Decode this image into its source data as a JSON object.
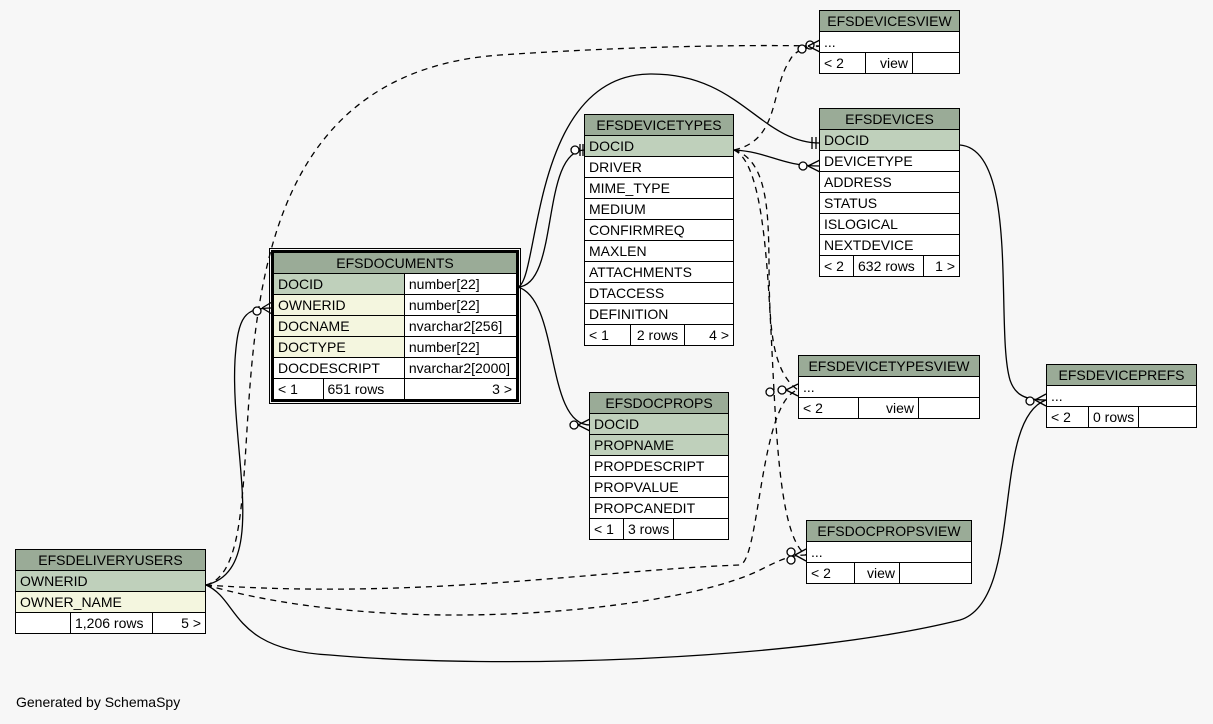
{
  "diagram": {
    "footer": "Generated by SchemaSpy",
    "tables": {
      "efsdevicesview": {
        "name": "EFSDEVICESVIEW",
        "rows": [
          "..."
        ],
        "footer": {
          "prev": "< 2",
          "rows": "view",
          "next": ""
        }
      },
      "efsdevices": {
        "name": "EFSDEVICES",
        "rows": [
          "DOCID",
          "DEVICETYPE",
          "ADDRESS",
          "STATUS",
          "ISLOGICAL",
          "NEXTDEVICE"
        ],
        "footer": {
          "prev": "< 2",
          "rows": "632 rows",
          "next": "1 >"
        }
      },
      "efsdevicetypes": {
        "name": "EFSDEVICETYPES",
        "rows": [
          "DOCID",
          "DRIVER",
          "MIME_TYPE",
          "MEDIUM",
          "CONFIRMREQ",
          "MAXLEN",
          "ATTACHMENTS",
          "DTACCESS",
          "DEFINITION"
        ],
        "footer": {
          "prev": "< 1",
          "rows": "2 rows",
          "next": "4 >"
        }
      },
      "efsdocuments": {
        "name": "EFSDOCUMENTS",
        "rows": [
          {
            "name": "DOCID",
            "type": "number[22]"
          },
          {
            "name": "OWNERID",
            "type": "number[22]"
          },
          {
            "name": "DOCNAME",
            "type": "nvarchar2[256]"
          },
          {
            "name": "DOCTYPE",
            "type": "number[22]"
          },
          {
            "name": "DOCDESCRIPT",
            "type": "nvarchar2[2000]"
          }
        ],
        "footer": {
          "prev": "< 1",
          "rows": "651 rows",
          "next": "3 >"
        }
      },
      "efsdocprops": {
        "name": "EFSDOCPROPS",
        "rows": [
          "DOCID",
          "PROPNAME",
          "PROPDESCRIPT",
          "PROPVALUE",
          "PROPCANEDIT"
        ],
        "footer": {
          "prev": "< 1",
          "rows": "3 rows",
          "next": ""
        }
      },
      "efsdevicetypesview": {
        "name": "EFSDEVICETYPESVIEW",
        "rows": [
          "..."
        ],
        "footer": {
          "prev": "< 2",
          "rows": "view",
          "next": ""
        }
      },
      "efsdeviceprefs": {
        "name": "EFSDEVICEPREFS",
        "rows": [
          "..."
        ],
        "footer": {
          "prev": "< 2",
          "rows": "0 rows",
          "next": ""
        }
      },
      "efsdocpropsview": {
        "name": "EFSDOCPROPSVIEW",
        "rows": [
          "..."
        ],
        "footer": {
          "prev": "< 2",
          "rows": "view",
          "next": ""
        }
      },
      "efsdeliveryusers": {
        "name": "EFSDELIVERYUSERS",
        "rows": [
          "OWNERID",
          "OWNER_NAME"
        ],
        "footer": {
          "prev": "",
          "rows": "1,206 rows",
          "next": "5 >"
        }
      }
    }
  }
}
